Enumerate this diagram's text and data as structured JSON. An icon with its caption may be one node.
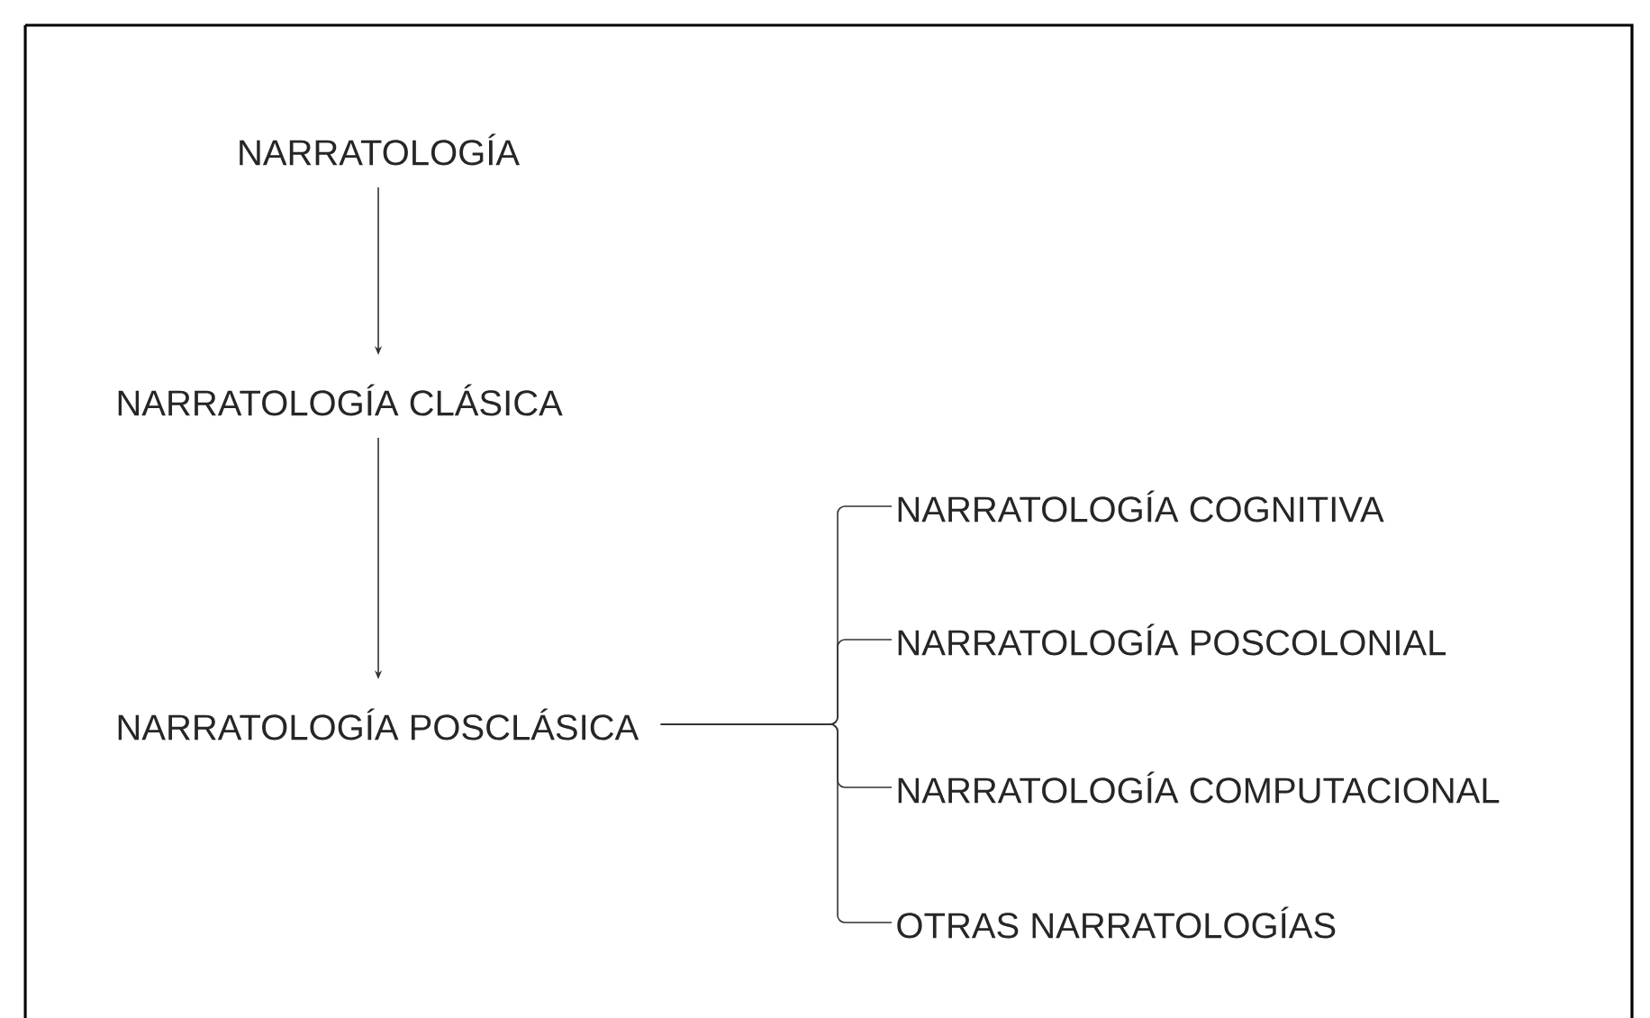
{
  "diagram": {
    "nodes": [
      {
        "text": [
          "NARRATOLOGÍA"
        ]
      },
      {
        "text": [
          "NARRATOLOGÍA CLÁSICA"
        ]
      },
      {
        "text": [
          "NARRATOLOGÍA POSCLÁSICA"
        ]
      },
      {
        "text": [
          "NARRATOLOGÍA COGNITIVA"
        ]
      },
      {
        "text": [
          "NARRATOLOGÍA POSCOLONIAL"
        ]
      },
      {
        "text": [
          "NARRATOLOGÍA COMPUTACIONAL"
        ]
      },
      {
        "text": [
          "OTRAS NARRATOLOGÍAS"
        ]
      }
    ],
    "edges": [
      {
        "from": 0,
        "to": 1,
        "arrow": "to"
      },
      {
        "from": 1,
        "to": 2,
        "arrow": "to"
      },
      {
        "from": 2,
        "to": 3,
        "arrow": "none"
      },
      {
        "from": 2,
        "to": 4,
        "arrow": "none"
      },
      {
        "from": 2,
        "to": 5,
        "arrow": "none"
      },
      {
        "from": 2,
        "to": 6,
        "arrow": "none"
      }
    ]
  }
}
